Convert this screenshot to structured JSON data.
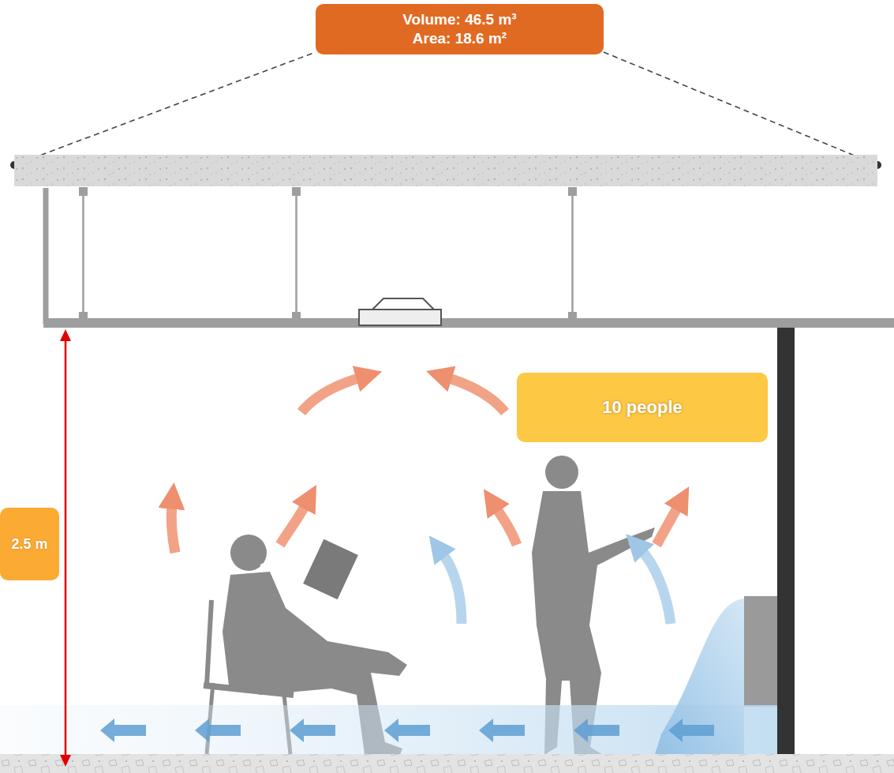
{
  "diagram": {
    "nodes": [
      {
        "text": [
          "Volume: 46.5 m³",
          "Area: 18.6 m²"
        ]
      },
      {
        "text": [
          "10 people"
        ]
      },
      {
        "text": [
          "2.5 m"
        ]
      }
    ]
  }
}
